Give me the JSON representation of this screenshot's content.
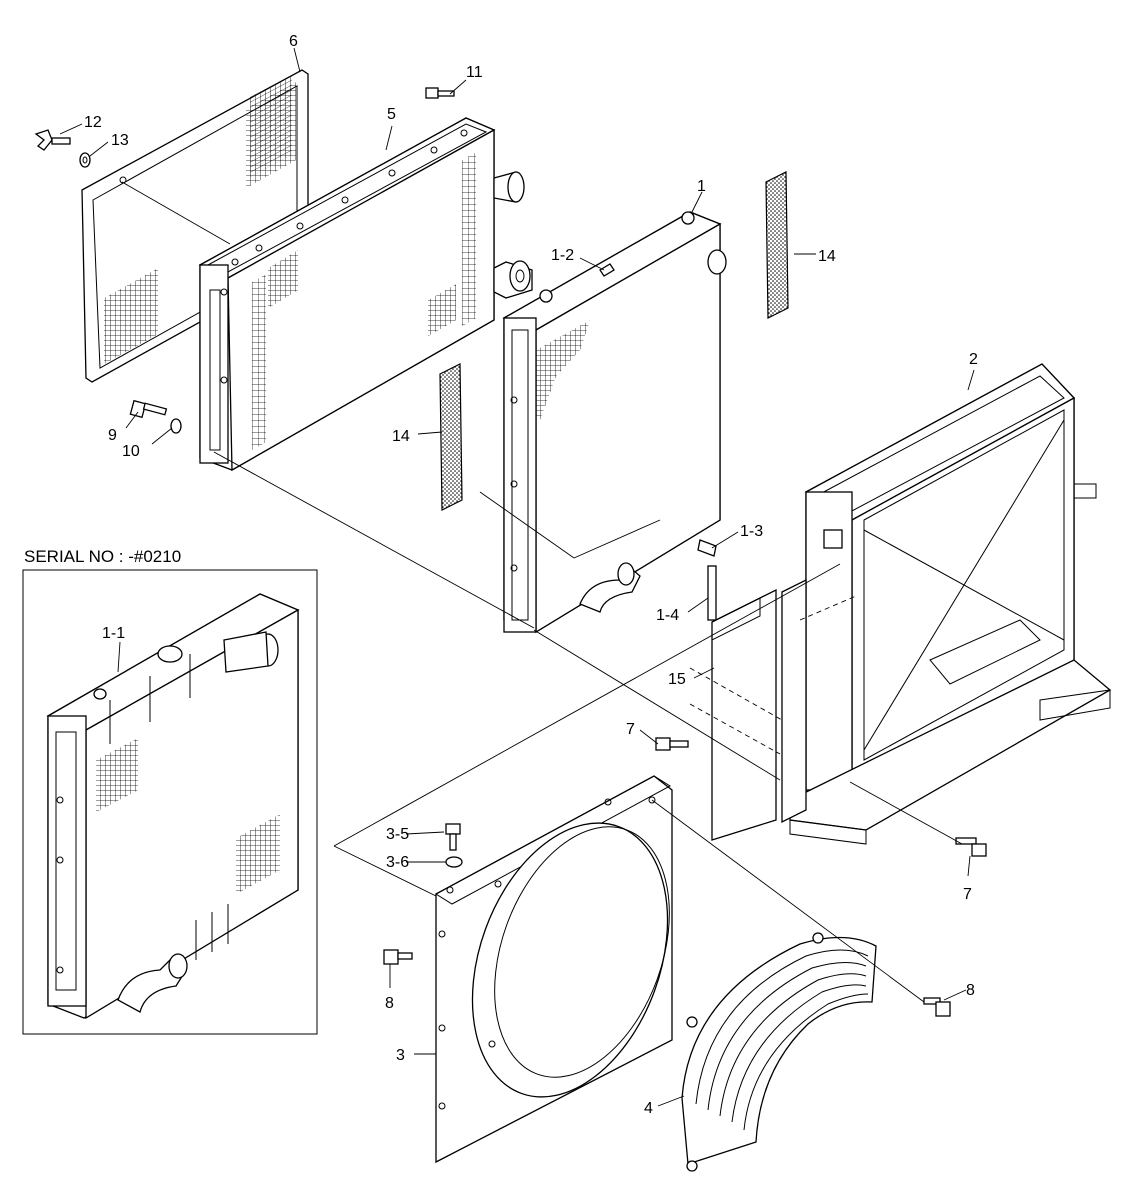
{
  "inset": {
    "serial_label": "SERIAL NO : -#0210"
  },
  "callouts": {
    "p1": "1",
    "p1_1": "1-1",
    "p1_2": "1-2",
    "p1_3": "1-3",
    "p1_4": "1-4",
    "p2": "2",
    "p3": "3",
    "p3_5": "3-5",
    "p3_6": "3-6",
    "p4": "4",
    "p5": "5",
    "p6": "6",
    "p7a": "7",
    "p7b": "7",
    "p8a": "8",
    "p8b": "8",
    "p9": "9",
    "p10": "10",
    "p11": "11",
    "p12": "12",
    "p13": "13",
    "p14a": "14",
    "p14b": "14",
    "p15": "15"
  }
}
